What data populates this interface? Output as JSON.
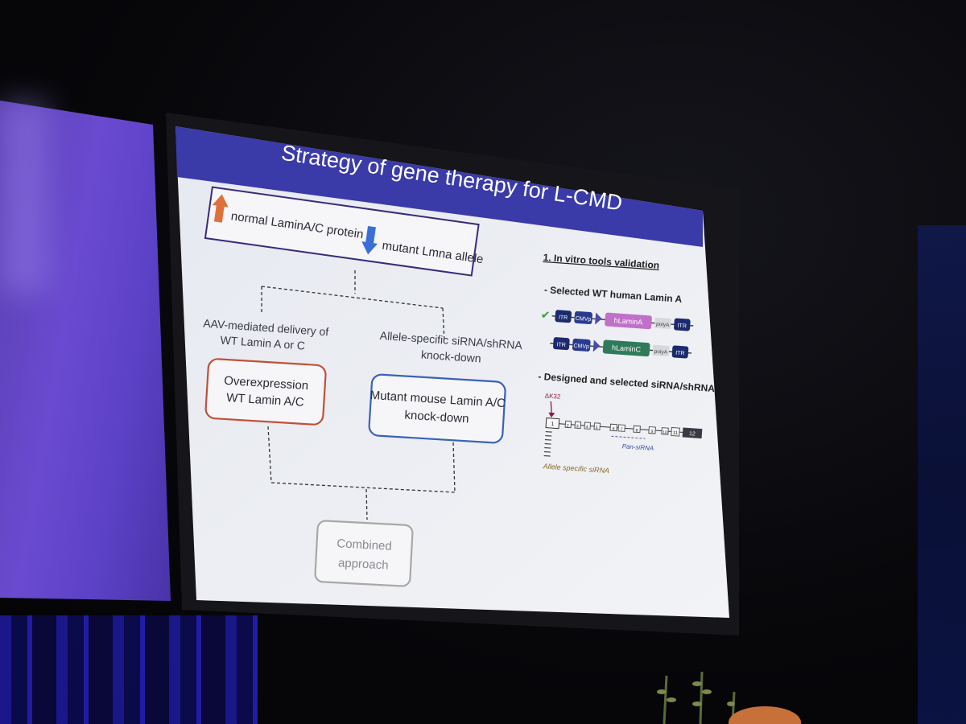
{
  "slide": {
    "title": "Strategy of gene therapy for L-CMD",
    "goal_box": {
      "up_text": "normal LaminA/C protein",
      "down_text": "mutant Lmna allele"
    },
    "left_branch": {
      "caption_line1": "AAV-mediated delivery of",
      "caption_line2": "WT Lamin A or C",
      "box_line1": "Overexpression",
      "box_line2": "WT Lamin A/C"
    },
    "right_branch": {
      "caption_line1": "Allele-specific siRNA/shRNA",
      "caption_line2": "knock-down",
      "box_line1": "Mutant mouse Lamin A/C",
      "box_line2": "knock-down"
    },
    "combined": {
      "line1": "Combined",
      "line2": "approach"
    },
    "right_panel": {
      "heading": "1.  In vitro tools validation",
      "section1": "- Selected WT human Lamin A",
      "construct_a": [
        "ITR",
        "CMVp",
        "hLaminA",
        "polyA",
        "ITR"
      ],
      "construct_c": [
        "ITR",
        "CMVp",
        "hLaminC",
        "polyA",
        "ITR"
      ],
      "section2": "- Designed and selected siRNA/shRNA",
      "mutation_label": "ΔK32",
      "exons": [
        "1",
        "2",
        "3",
        "4",
        "5",
        "6",
        "7",
        "8",
        "9",
        "10",
        "11",
        "12"
      ],
      "pan_label": "Pan-siRNA",
      "allele_label": "Allele specific siRNA"
    },
    "colors": {
      "title_bar": "#3a3aa8",
      "up_arrow": "#e0703a",
      "down_arrow": "#3a6ed8",
      "left_box": "#c0503a",
      "right_box": "#3a62b8",
      "combined_box": "#a8a8a8",
      "laminA": "#c070c8",
      "laminC": "#2f7a5a",
      "itr": "#1c2a70"
    }
  }
}
